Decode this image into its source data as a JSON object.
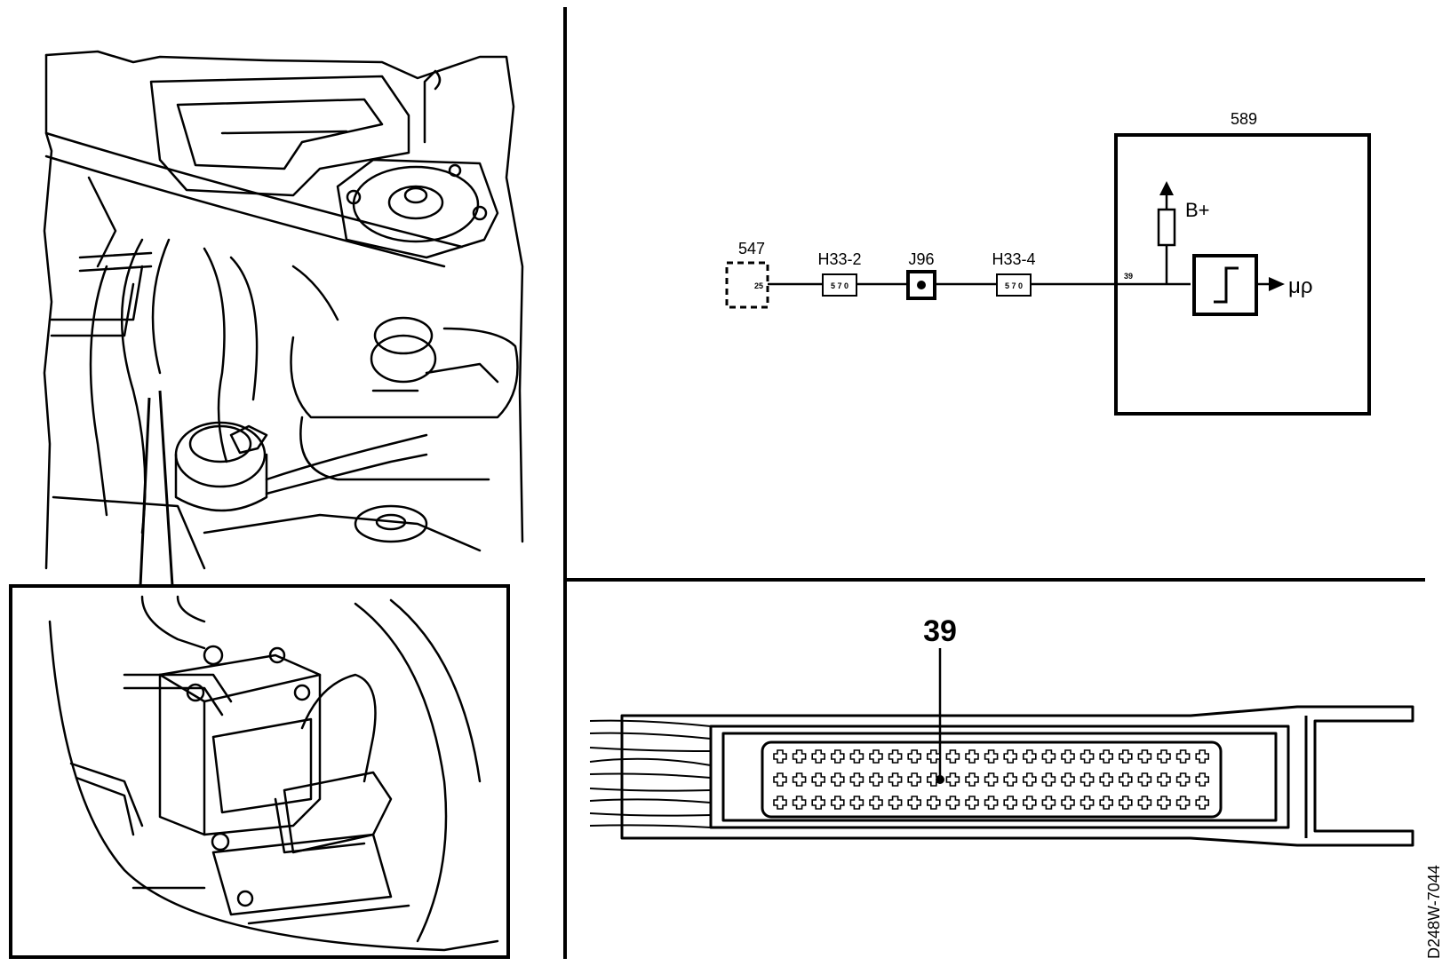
{
  "schematic": {
    "sensor": {
      "id": "547",
      "pin": "25"
    },
    "connector_a": {
      "id": "H33-2",
      "pins": "5 7 0"
    },
    "splice": {
      "id": "J96"
    },
    "connector_b": {
      "id": "H33-4",
      "pins": "5 7 0"
    },
    "module": {
      "id": "589",
      "pin": "39",
      "supply": "B+",
      "output": "μρ"
    }
  },
  "connector_view": {
    "pin_callout": "39",
    "pin_rows": 3
  },
  "drawing_ref": "D248W-7044",
  "colors": {
    "ink": "#000000",
    "paper": "#ffffff"
  }
}
